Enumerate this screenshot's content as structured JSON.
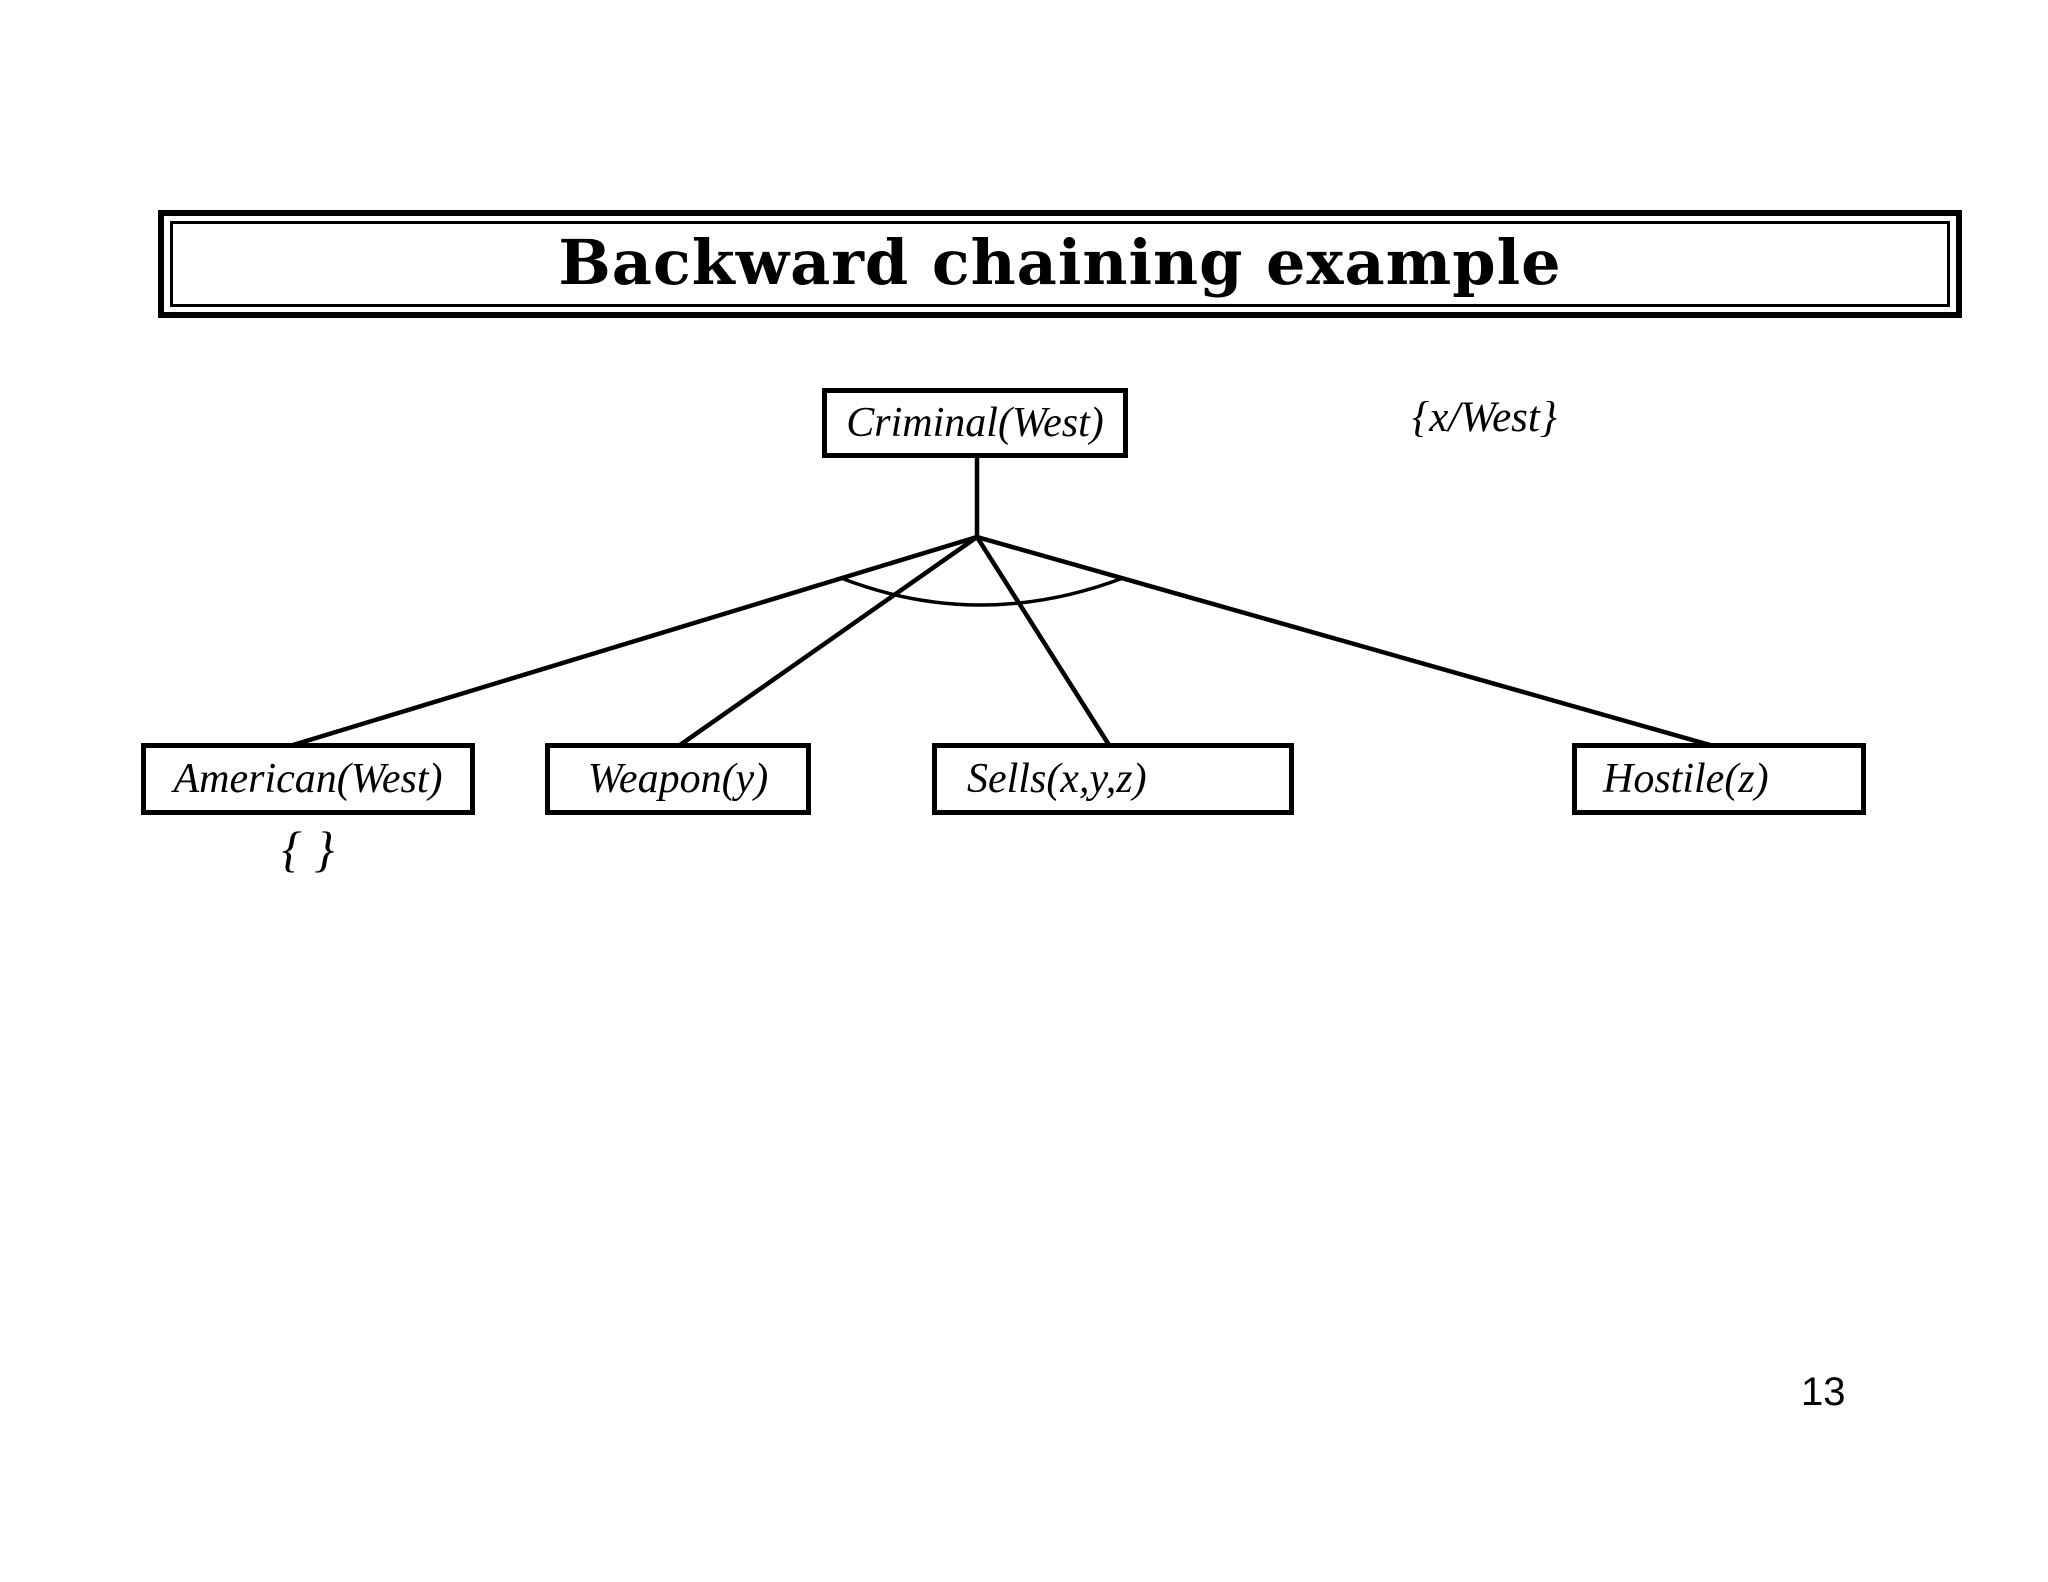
{
  "slide": {
    "title": "Backward chaining example",
    "page_number": "13"
  },
  "tree": {
    "root": {
      "label": "Criminal(West)",
      "substitution": "{x/West}"
    },
    "children": [
      {
        "label": "American(West)",
        "substitution": "{ }"
      },
      {
        "label": "Weapon(y)"
      },
      {
        "label": "Sells(x,y,z)"
      },
      {
        "label": "Hostile(z)"
      }
    ],
    "edge_note": "and-arc"
  },
  "colors": {
    "ink": "#000000",
    "background": "#ffffff"
  }
}
